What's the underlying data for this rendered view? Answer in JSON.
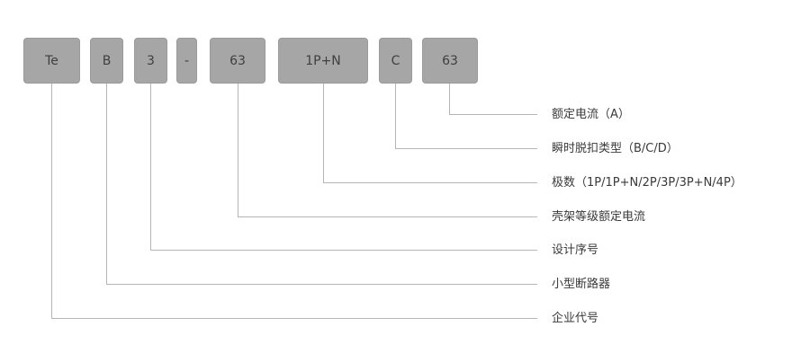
{
  "code_segments": [
    {
      "text": "Te"
    },
    {
      "text": "B"
    },
    {
      "text": "3"
    },
    {
      "text": "-"
    },
    {
      "text": "63"
    },
    {
      "text": "1P+N"
    },
    {
      "text": "C"
    },
    {
      "text": "63"
    }
  ],
  "legend_items": [
    {
      "text": "额定电流（A）"
    },
    {
      "text": "瞬时脱扣类型（B/C/D）"
    },
    {
      "text": "极数（1P/1P+N/2P/3P/3P+N/4P）"
    },
    {
      "text": "壳架等级额定电流"
    },
    {
      "text": "设计序号"
    },
    {
      "text": "小型断路器"
    },
    {
      "text": "企业代号"
    }
  ],
  "colors": {
    "box_fill": "#a6a6a6",
    "line": "#b5b5b5"
  }
}
